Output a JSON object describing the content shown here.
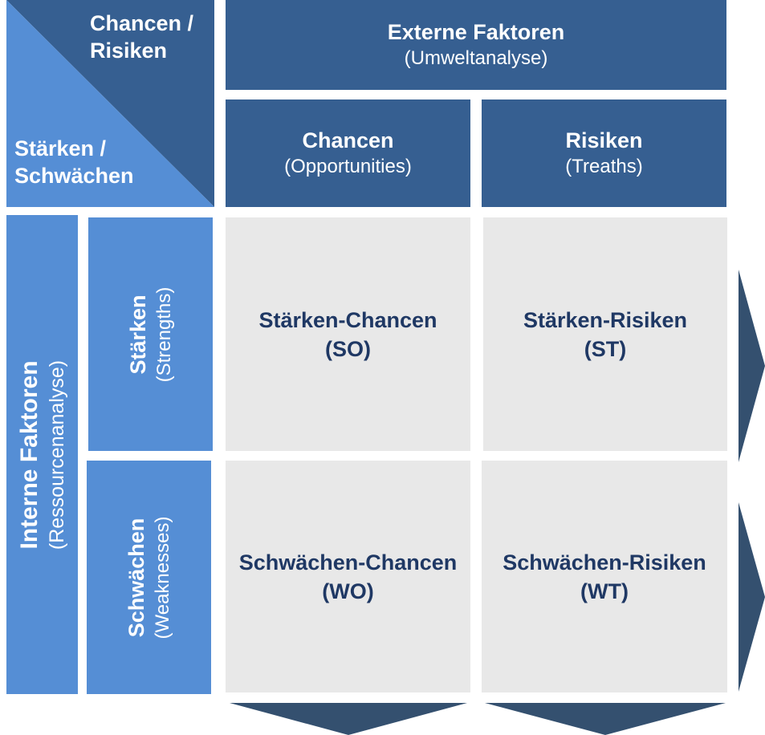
{
  "corner": {
    "top_right_line1": "Chancen /",
    "top_right_line2": "Risiken",
    "bottom_left_line1": "Stärken /",
    "bottom_left_line2": "Schwächen"
  },
  "external": {
    "title": "Externe Faktoren",
    "subtitle": "(Umweltanalyse)"
  },
  "opportunities": {
    "title": "Chancen",
    "subtitle": "(Opportunities)"
  },
  "risks": {
    "title": "Risiken",
    "subtitle": "(Treaths)"
  },
  "internal": {
    "title": "Interne Faktoren",
    "subtitle": "(Ressourcenanalyse)"
  },
  "strengths": {
    "title": "Stärken",
    "subtitle": "(Strengths)"
  },
  "weaknesses": {
    "title": "Schwächen",
    "subtitle": "(Weaknesses)"
  },
  "cells": {
    "so": {
      "title": "Stärken-Chancen",
      "code": "(SO)"
    },
    "st": {
      "title": "Stärken-Risiken",
      "code": "(ST)"
    },
    "wo": {
      "title": "Schwächen-Chancen",
      "code": "(WO)"
    },
    "wt": {
      "title": "Schwächen-Risiken",
      "code": "(WT)"
    }
  },
  "colors": {
    "dark_blue": "#365f91",
    "mid_blue": "#558ed5",
    "cell_gray": "#e8e8e8",
    "cell_text": "#1f3864",
    "arrow": "#34506f"
  }
}
